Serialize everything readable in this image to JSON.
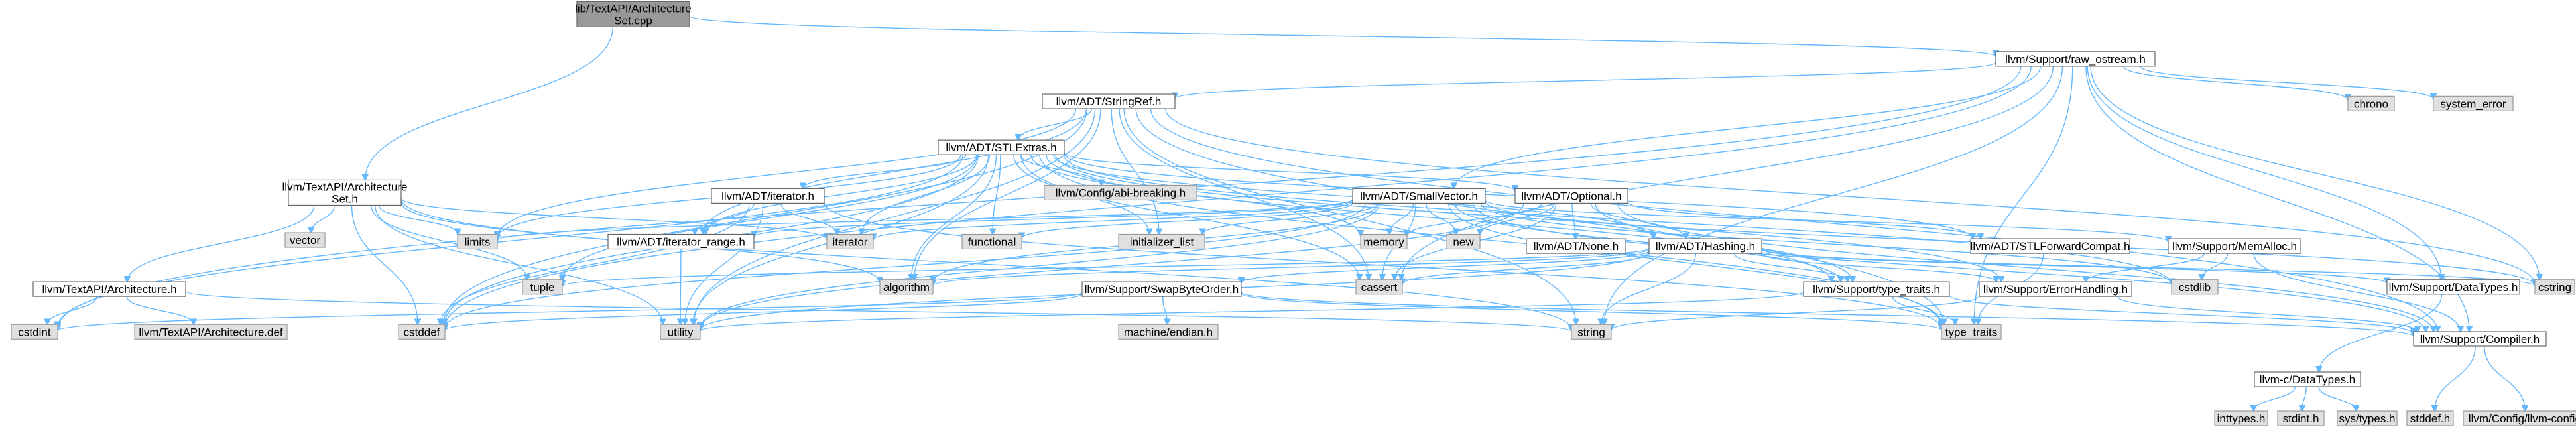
{
  "graph": {
    "edge_color": "#63b8ff",
    "root_fill": "#999999",
    "file_fill": "#ffffff",
    "system_fill": "#e0e0e0",
    "nodes": [
      {
        "id": "root",
        "lines": [
          "lib/TextAPI/Architecture",
          "Set.cpp"
        ],
        "kind": "root"
      },
      {
        "id": "raw_ostream",
        "lines": [
          "llvm/Support/raw_ostream.h"
        ],
        "kind": "file"
      },
      {
        "id": "stringref",
        "lines": [
          "llvm/ADT/StringRef.h"
        ],
        "kind": "file"
      },
      {
        "id": "chrono",
        "lines": [
          "chrono"
        ],
        "kind": "system"
      },
      {
        "id": "system_error",
        "lines": [
          "system_error"
        ],
        "kind": "system"
      },
      {
        "id": "stlextras",
        "lines": [
          "llvm/ADT/STLExtras.h"
        ],
        "kind": "file"
      },
      {
        "id": "archset_h",
        "lines": [
          "llvm/TextAPI/Architecture",
          "Set.h"
        ],
        "kind": "file"
      },
      {
        "id": "abibreaking",
        "lines": [
          "llvm/Config/abi-breaking.h"
        ],
        "kind": "system"
      },
      {
        "id": "iterator_h",
        "lines": [
          "llvm/ADT/iterator.h"
        ],
        "kind": "file"
      },
      {
        "id": "smallvector",
        "lines": [
          "llvm/ADT/SmallVector.h"
        ],
        "kind": "file"
      },
      {
        "id": "optional",
        "lines": [
          "llvm/ADT/Optional.h"
        ],
        "kind": "file"
      },
      {
        "id": "vector",
        "lines": [
          "vector"
        ],
        "kind": "system"
      },
      {
        "id": "limits",
        "lines": [
          "limits"
        ],
        "kind": "system"
      },
      {
        "id": "iterator",
        "lines": [
          "iterator"
        ],
        "kind": "system"
      },
      {
        "id": "iterator_range",
        "lines": [
          "llvm/ADT/iterator_range.h"
        ],
        "kind": "file"
      },
      {
        "id": "functional",
        "lines": [
          "functional"
        ],
        "kind": "system"
      },
      {
        "id": "initializer_list",
        "lines": [
          "initializer_list"
        ],
        "kind": "system"
      },
      {
        "id": "memory",
        "lines": [
          "memory"
        ],
        "kind": "system"
      },
      {
        "id": "new",
        "lines": [
          "new"
        ],
        "kind": "system"
      },
      {
        "id": "none",
        "lines": [
          "llvm/ADT/None.h"
        ],
        "kind": "file"
      },
      {
        "id": "hashing",
        "lines": [
          "llvm/ADT/Hashing.h"
        ],
        "kind": "file"
      },
      {
        "id": "stlforward",
        "lines": [
          "llvm/ADT/STLForwardCompat.h"
        ],
        "kind": "file"
      },
      {
        "id": "memalloc",
        "lines": [
          "llvm/Support/MemAlloc.h"
        ],
        "kind": "file"
      },
      {
        "id": "architecture_h",
        "lines": [
          "llvm/TextAPI/Architecture.h"
        ],
        "kind": "file"
      },
      {
        "id": "tuple",
        "lines": [
          "tuple"
        ],
        "kind": "system"
      },
      {
        "id": "algorithm",
        "lines": [
          "algorithm"
        ],
        "kind": "system"
      },
      {
        "id": "cassert",
        "lines": [
          "cassert"
        ],
        "kind": "system"
      },
      {
        "id": "swapbyteorder",
        "lines": [
          "llvm/Support/SwapByteOrder.h"
        ],
        "kind": "file"
      },
      {
        "id": "type_traits_h",
        "lines": [
          "llvm/Support/type_traits.h"
        ],
        "kind": "file"
      },
      {
        "id": "errorhandling",
        "lines": [
          "llvm/Support/ErrorHandling.h"
        ],
        "kind": "file"
      },
      {
        "id": "cstdlib",
        "lines": [
          "cstdlib"
        ],
        "kind": "system"
      },
      {
        "id": "datatypes_h",
        "lines": [
          "llvm/Support/DataTypes.h"
        ],
        "kind": "file"
      },
      {
        "id": "cstring",
        "lines": [
          "cstring"
        ],
        "kind": "system"
      },
      {
        "id": "cstdint",
        "lines": [
          "cstdint"
        ],
        "kind": "system"
      },
      {
        "id": "arch_def",
        "lines": [
          "llvm/TextAPI/Architecture.def"
        ],
        "kind": "system"
      },
      {
        "id": "cstddef",
        "lines": [
          "cstddef"
        ],
        "kind": "system"
      },
      {
        "id": "utility",
        "lines": [
          "utility"
        ],
        "kind": "system"
      },
      {
        "id": "machine_endian",
        "lines": [
          "machine/endian.h"
        ],
        "kind": "system"
      },
      {
        "id": "string",
        "lines": [
          "string"
        ],
        "kind": "system"
      },
      {
        "id": "type_traits",
        "lines": [
          "type_traits"
        ],
        "kind": "system"
      },
      {
        "id": "compiler",
        "lines": [
          "llvm/Support/Compiler.h"
        ],
        "kind": "file"
      },
      {
        "id": "c_datatypes",
        "lines": [
          "llvm-c/DataTypes.h"
        ],
        "kind": "file"
      },
      {
        "id": "inttypes",
        "lines": [
          "inttypes.h"
        ],
        "kind": "system"
      },
      {
        "id": "stdint",
        "lines": [
          "stdint.h"
        ],
        "kind": "system"
      },
      {
        "id": "sys_types",
        "lines": [
          "sys/types.h"
        ],
        "kind": "system"
      },
      {
        "id": "stddef",
        "lines": [
          "stddef.h"
        ],
        "kind": "system"
      },
      {
        "id": "config_h",
        "lines": [
          "llvm/Config/llvm-config.h"
        ],
        "kind": "system"
      }
    ],
    "edges": [
      [
        "root",
        "raw_ostream"
      ],
      [
        "root",
        "archset_h"
      ],
      [
        "raw_ostream",
        "stringref"
      ],
      [
        "raw_ostream",
        "chrono"
      ],
      [
        "raw_ostream",
        "system_error"
      ],
      [
        "raw_ostream",
        "cassert"
      ],
      [
        "raw_ostream",
        "cstddef"
      ],
      [
        "raw_ostream",
        "cstdint"
      ],
      [
        "raw_ostream",
        "cstring"
      ],
      [
        "raw_ostream",
        "string"
      ],
      [
        "raw_ostream",
        "type_traits"
      ],
      [
        "raw_ostream",
        "compiler"
      ],
      [
        "raw_ostream",
        "datatypes_h"
      ],
      [
        "raw_ostream",
        "smallvector"
      ],
      [
        "stringref",
        "stlextras"
      ],
      [
        "stringref",
        "iterator_range"
      ],
      [
        "stringref",
        "compiler"
      ],
      [
        "stringref",
        "algorithm"
      ],
      [
        "stringref",
        "cassert"
      ],
      [
        "stringref",
        "cstddef"
      ],
      [
        "stringref",
        "cstring"
      ],
      [
        "stringref",
        "limits"
      ],
      [
        "stringref",
        "string"
      ],
      [
        "stringref",
        "type_traits"
      ],
      [
        "stringref",
        "utility"
      ],
      [
        "stringref",
        "initializer_list"
      ],
      [
        "stlextras",
        "abibreaking"
      ],
      [
        "stlextras",
        "iterator_h"
      ],
      [
        "stlextras",
        "iterator_range"
      ],
      [
        "stlextras",
        "optional"
      ],
      [
        "stlextras",
        "stlforward"
      ],
      [
        "stlextras",
        "type_traits_h"
      ],
      [
        "stlextras",
        "errorhandling"
      ],
      [
        "stlextras",
        "algorithm"
      ],
      [
        "stlextras",
        "cassert"
      ],
      [
        "stlextras",
        "cstddef"
      ],
      [
        "stlextras",
        "cstdint"
      ],
      [
        "stlextras",
        "cstdlib"
      ],
      [
        "stlextras",
        "functional"
      ],
      [
        "stlextras",
        "initializer_list"
      ],
      [
        "stlextras",
        "iterator"
      ],
      [
        "stlextras",
        "limits"
      ],
      [
        "stlextras",
        "memory"
      ],
      [
        "stlextras",
        "tuple"
      ],
      [
        "stlextras",
        "type_traits"
      ],
      [
        "stlextras",
        "utility"
      ],
      [
        "stlextras",
        "hashing"
      ],
      [
        "archset_h",
        "architecture_h"
      ],
      [
        "archset_h",
        "vector"
      ],
      [
        "archset_h",
        "limits"
      ],
      [
        "archset_h",
        "iterator"
      ],
      [
        "archset_h",
        "cstddef"
      ],
      [
        "archset_h",
        "tuple"
      ],
      [
        "archset_h",
        "algorithm"
      ],
      [
        "archset_h",
        "utility"
      ],
      [
        "archset_h",
        "string"
      ],
      [
        "iterator_h",
        "iterator_range"
      ],
      [
        "iterator_h",
        "cstddef"
      ],
      [
        "iterator_h",
        "iterator"
      ],
      [
        "iterator_h",
        "type_traits"
      ],
      [
        "iterator_h",
        "utility"
      ],
      [
        "smallvector",
        "compiler"
      ],
      [
        "smallvector",
        "memalloc"
      ],
      [
        "smallvector",
        "type_traits_h"
      ],
      [
        "smallvector",
        "algorithm"
      ],
      [
        "smallvector",
        "cassert"
      ],
      [
        "smallvector",
        "cstddef"
      ],
      [
        "smallvector",
        "cstdlib"
      ],
      [
        "smallvector",
        "cstring"
      ],
      [
        "smallvector",
        "functional"
      ],
      [
        "smallvector",
        "initializer_list"
      ],
      [
        "smallvector",
        "iterator"
      ],
      [
        "smallvector",
        "limits"
      ],
      [
        "smallvector",
        "memory"
      ],
      [
        "smallvector",
        "new"
      ],
      [
        "smallvector",
        "type_traits"
      ],
      [
        "smallvector",
        "utility"
      ],
      [
        "smallvector",
        "iterator_range"
      ],
      [
        "optional",
        "hashing"
      ],
      [
        "optional",
        "none"
      ],
      [
        "optional",
        "stlforward"
      ],
      [
        "optional",
        "compiler"
      ],
      [
        "optional",
        "type_traits_h"
      ],
      [
        "optional",
        "cassert"
      ],
      [
        "optional",
        "memory"
      ],
      [
        "optional",
        "new"
      ],
      [
        "optional",
        "utility"
      ],
      [
        "iterator_range",
        "utility"
      ],
      [
        "hashing",
        "errorhandling"
      ],
      [
        "hashing",
        "datatypes_h"
      ],
      [
        "hashing",
        "swapbyteorder"
      ],
      [
        "hashing",
        "type_traits_h"
      ],
      [
        "hashing",
        "algorithm"
      ],
      [
        "hashing",
        "cassert"
      ],
      [
        "hashing",
        "cstring"
      ],
      [
        "hashing",
        "string"
      ],
      [
        "hashing",
        "tuple"
      ],
      [
        "hashing",
        "utility"
      ],
      [
        "stlforward",
        "type_traits"
      ],
      [
        "memalloc",
        "compiler"
      ],
      [
        "memalloc",
        "errorhandling"
      ],
      [
        "memalloc",
        "cstdlib"
      ],
      [
        "architecture_h",
        "arch_def"
      ],
      [
        "architecture_h",
        "cstdint"
      ],
      [
        "architecture_h",
        "string"
      ],
      [
        "swapbyteorder",
        "compiler"
      ],
      [
        "swapbyteorder",
        "machine_endian"
      ],
      [
        "swapbyteorder",
        "cstddef"
      ],
      [
        "swapbyteorder",
        "cstdint"
      ],
      [
        "swapbyteorder",
        "type_traits"
      ],
      [
        "type_traits_h",
        "compiler"
      ],
      [
        "type_traits_h",
        "type_traits"
      ],
      [
        "type_traits_h",
        "utility"
      ],
      [
        "errorhandling",
        "compiler"
      ],
      [
        "errorhandling",
        "string"
      ],
      [
        "datatypes_h",
        "c_datatypes"
      ],
      [
        "compiler",
        "config_h"
      ],
      [
        "compiler",
        "stddef"
      ],
      [
        "c_datatypes",
        "inttypes"
      ],
      [
        "c_datatypes",
        "stdint"
      ],
      [
        "c_datatypes",
        "sys_types"
      ]
    ]
  }
}
